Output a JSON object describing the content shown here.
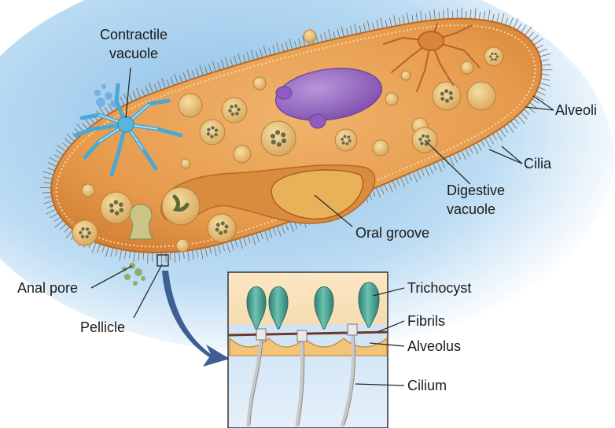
{
  "labels": {
    "contractile_vacuole_1": "Contractile",
    "contractile_vacuole_2": "vacuole",
    "alveoli": "Alveoli",
    "cilia": "Cilia",
    "digestive_vacuole_1": "Digestive",
    "digestive_vacuole_2": "vacuole",
    "oral_groove": "Oral groove",
    "anal_pore": "Anal pore",
    "pellicle": "Pellicle",
    "trichocyst": "Trichocyst",
    "fibrils": "Fibrils",
    "alveolus": "Alveolus",
    "cilium": "Cilium"
  },
  "colors": {
    "cell_body": "#e8a257",
    "cell_edge": "#c5772f",
    "background_wash": "#9cc8ea",
    "contractile_vacuole": "#5ab4dc",
    "macronucleus": "#9a6bc4",
    "food_vacuole": "#e9c277",
    "inset_fill": "#d3e6f7",
    "trichocyst": "#3f9c8c",
    "arrow": "#3d5f94"
  }
}
